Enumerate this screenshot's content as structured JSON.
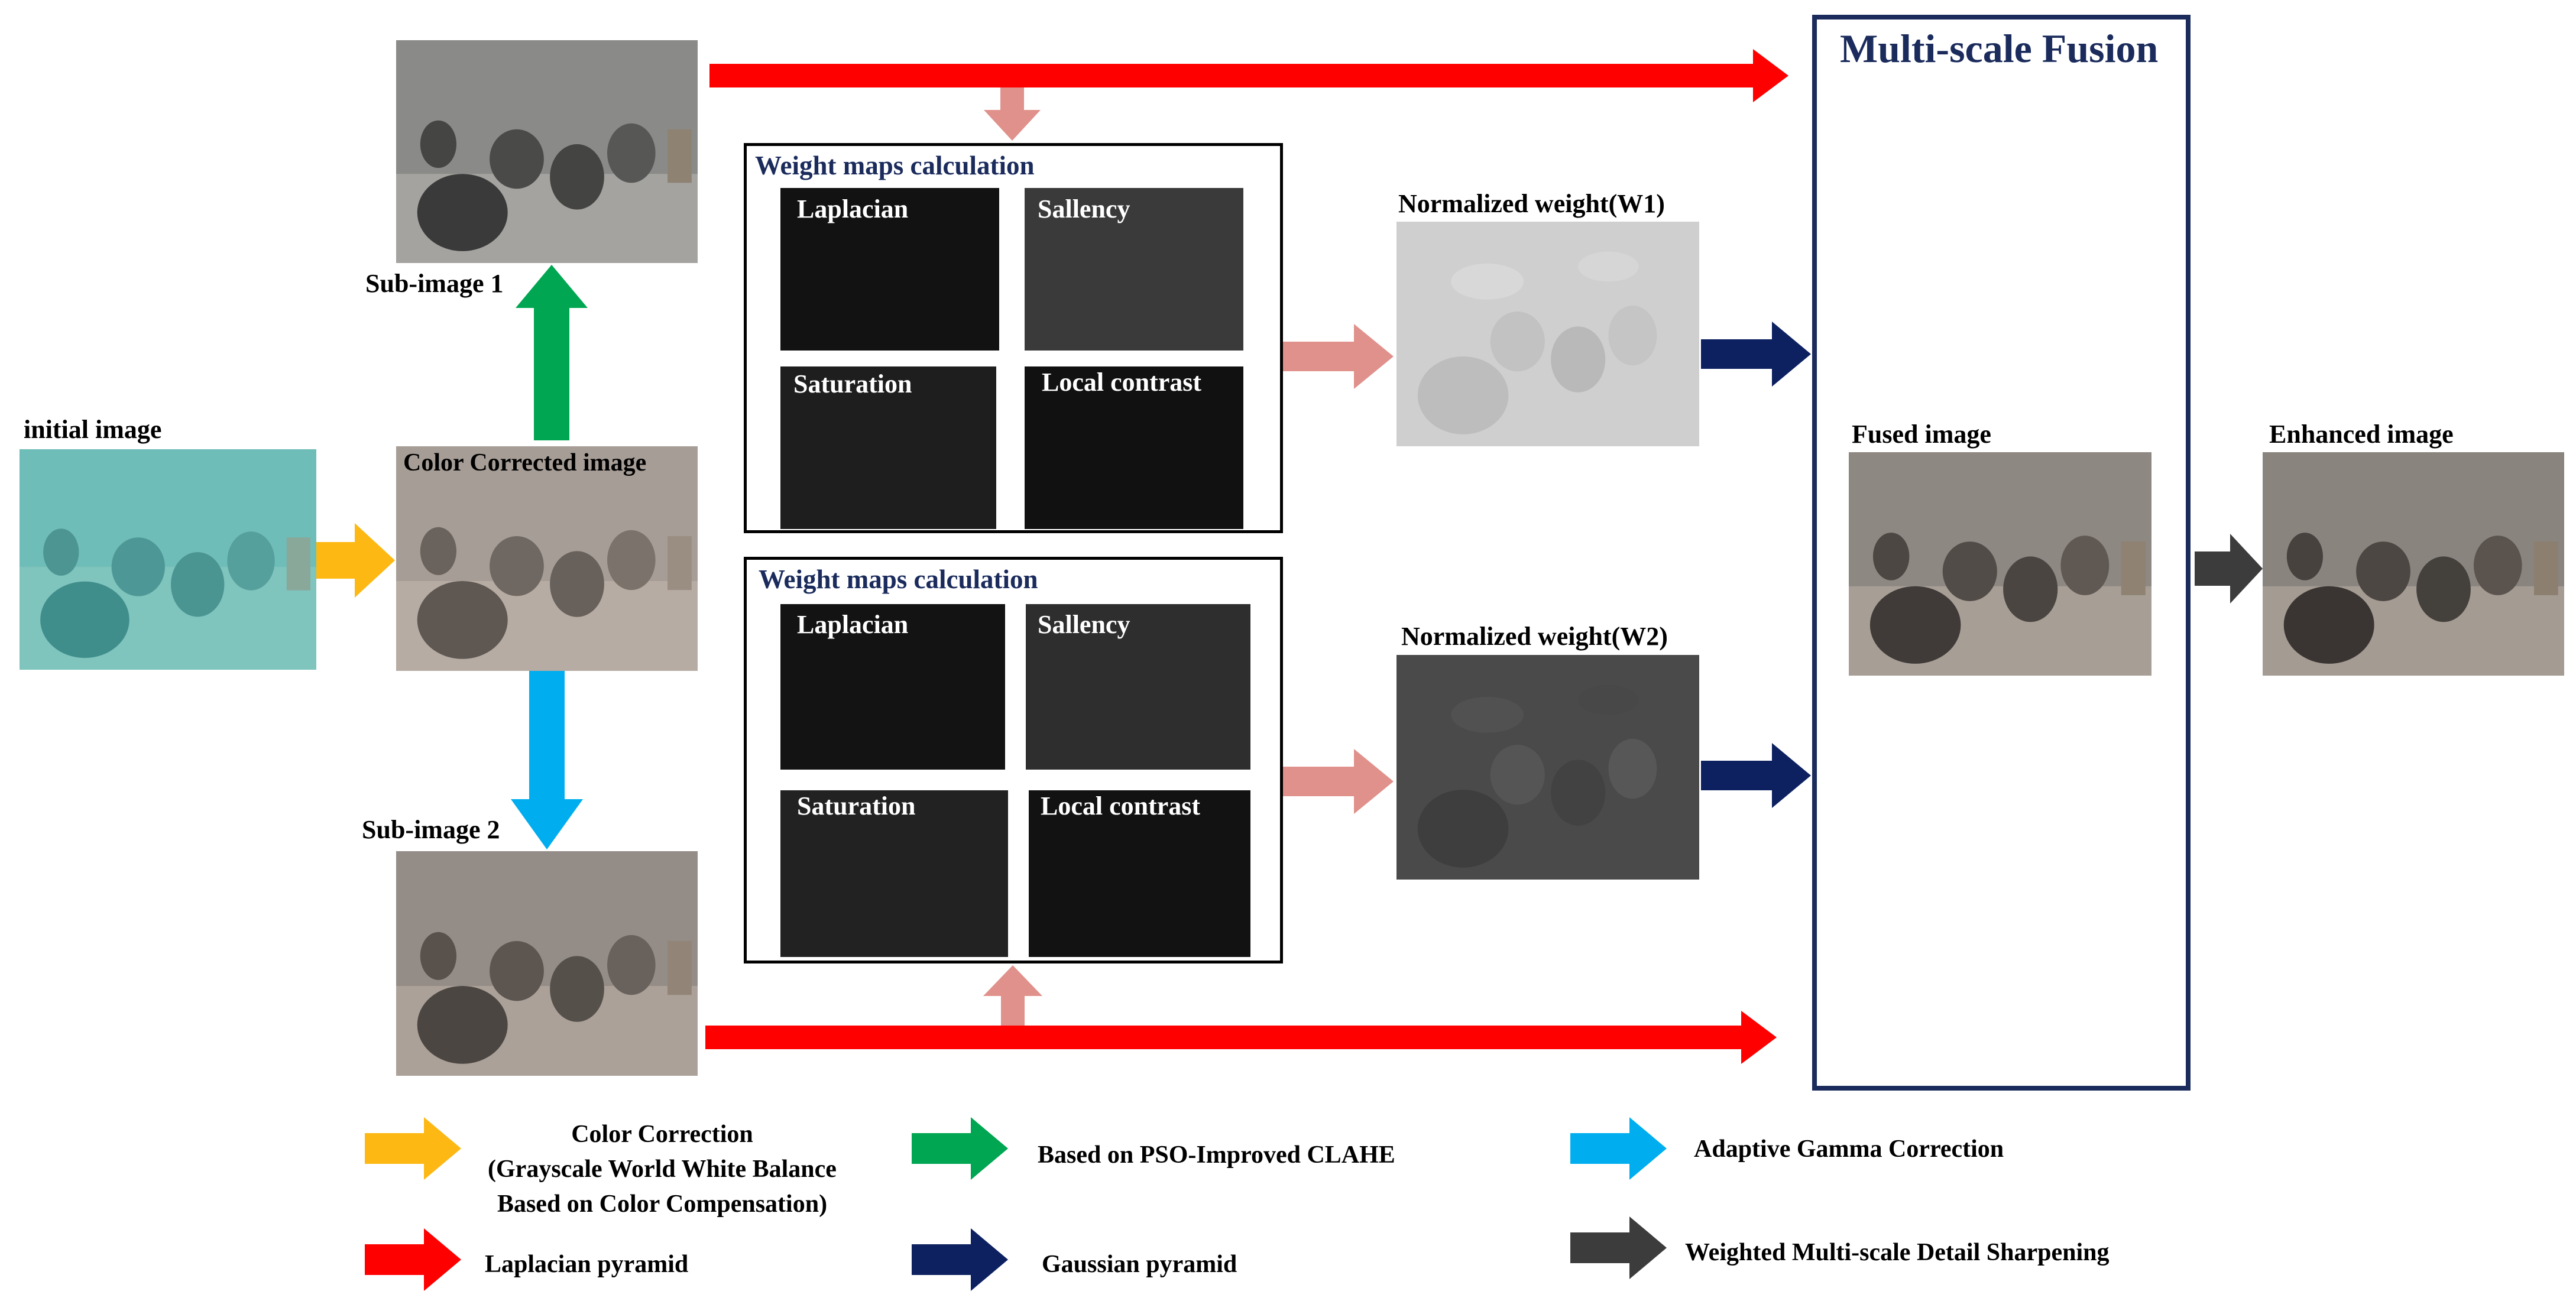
{
  "labels": {
    "initial": "initial image",
    "color_corrected": "Color Corrected image",
    "sub1": "Sub-image 1",
    "sub2": "Sub-image 2",
    "fusion_title": "Multi-scale Fusion",
    "fused": "Fused image",
    "enhanced": "Enhanced image",
    "w1": "Normalized weight(W1)",
    "w2": "Normalized weight(W2)"
  },
  "weight_box_1": {
    "title": "Weight maps calculation",
    "maps": [
      "Laplacian",
      "Sallency",
      "Saturation",
      "Local contrast"
    ]
  },
  "weight_box_2": {
    "title": "Weight maps calculation",
    "maps": [
      "Laplacian",
      "Sallency",
      "Saturation",
      "Local contrast"
    ]
  },
  "legend": {
    "color_correction": [
      "Color Correction",
      "(Grayscale World White Balance",
      "Based on Color Compensation)"
    ],
    "clahe": "Based on PSO-Improved CLAHE",
    "gamma": "Adaptive Gamma Correction",
    "laplacian_pyramid": "Laplacian pyramid",
    "gaussian_pyramid": "Gaussian pyramid",
    "sharpening": "Weighted Multi-scale Detail Sharpening"
  },
  "colors": {
    "yellow": "#fdb813",
    "green": "#00a651",
    "blue": "#00aeef",
    "red": "#ff0000",
    "navy": "#0d2160",
    "pink": "#e0918c",
    "dark_gray": "#3c3c3c",
    "box_navy": "#1a2b5c"
  }
}
